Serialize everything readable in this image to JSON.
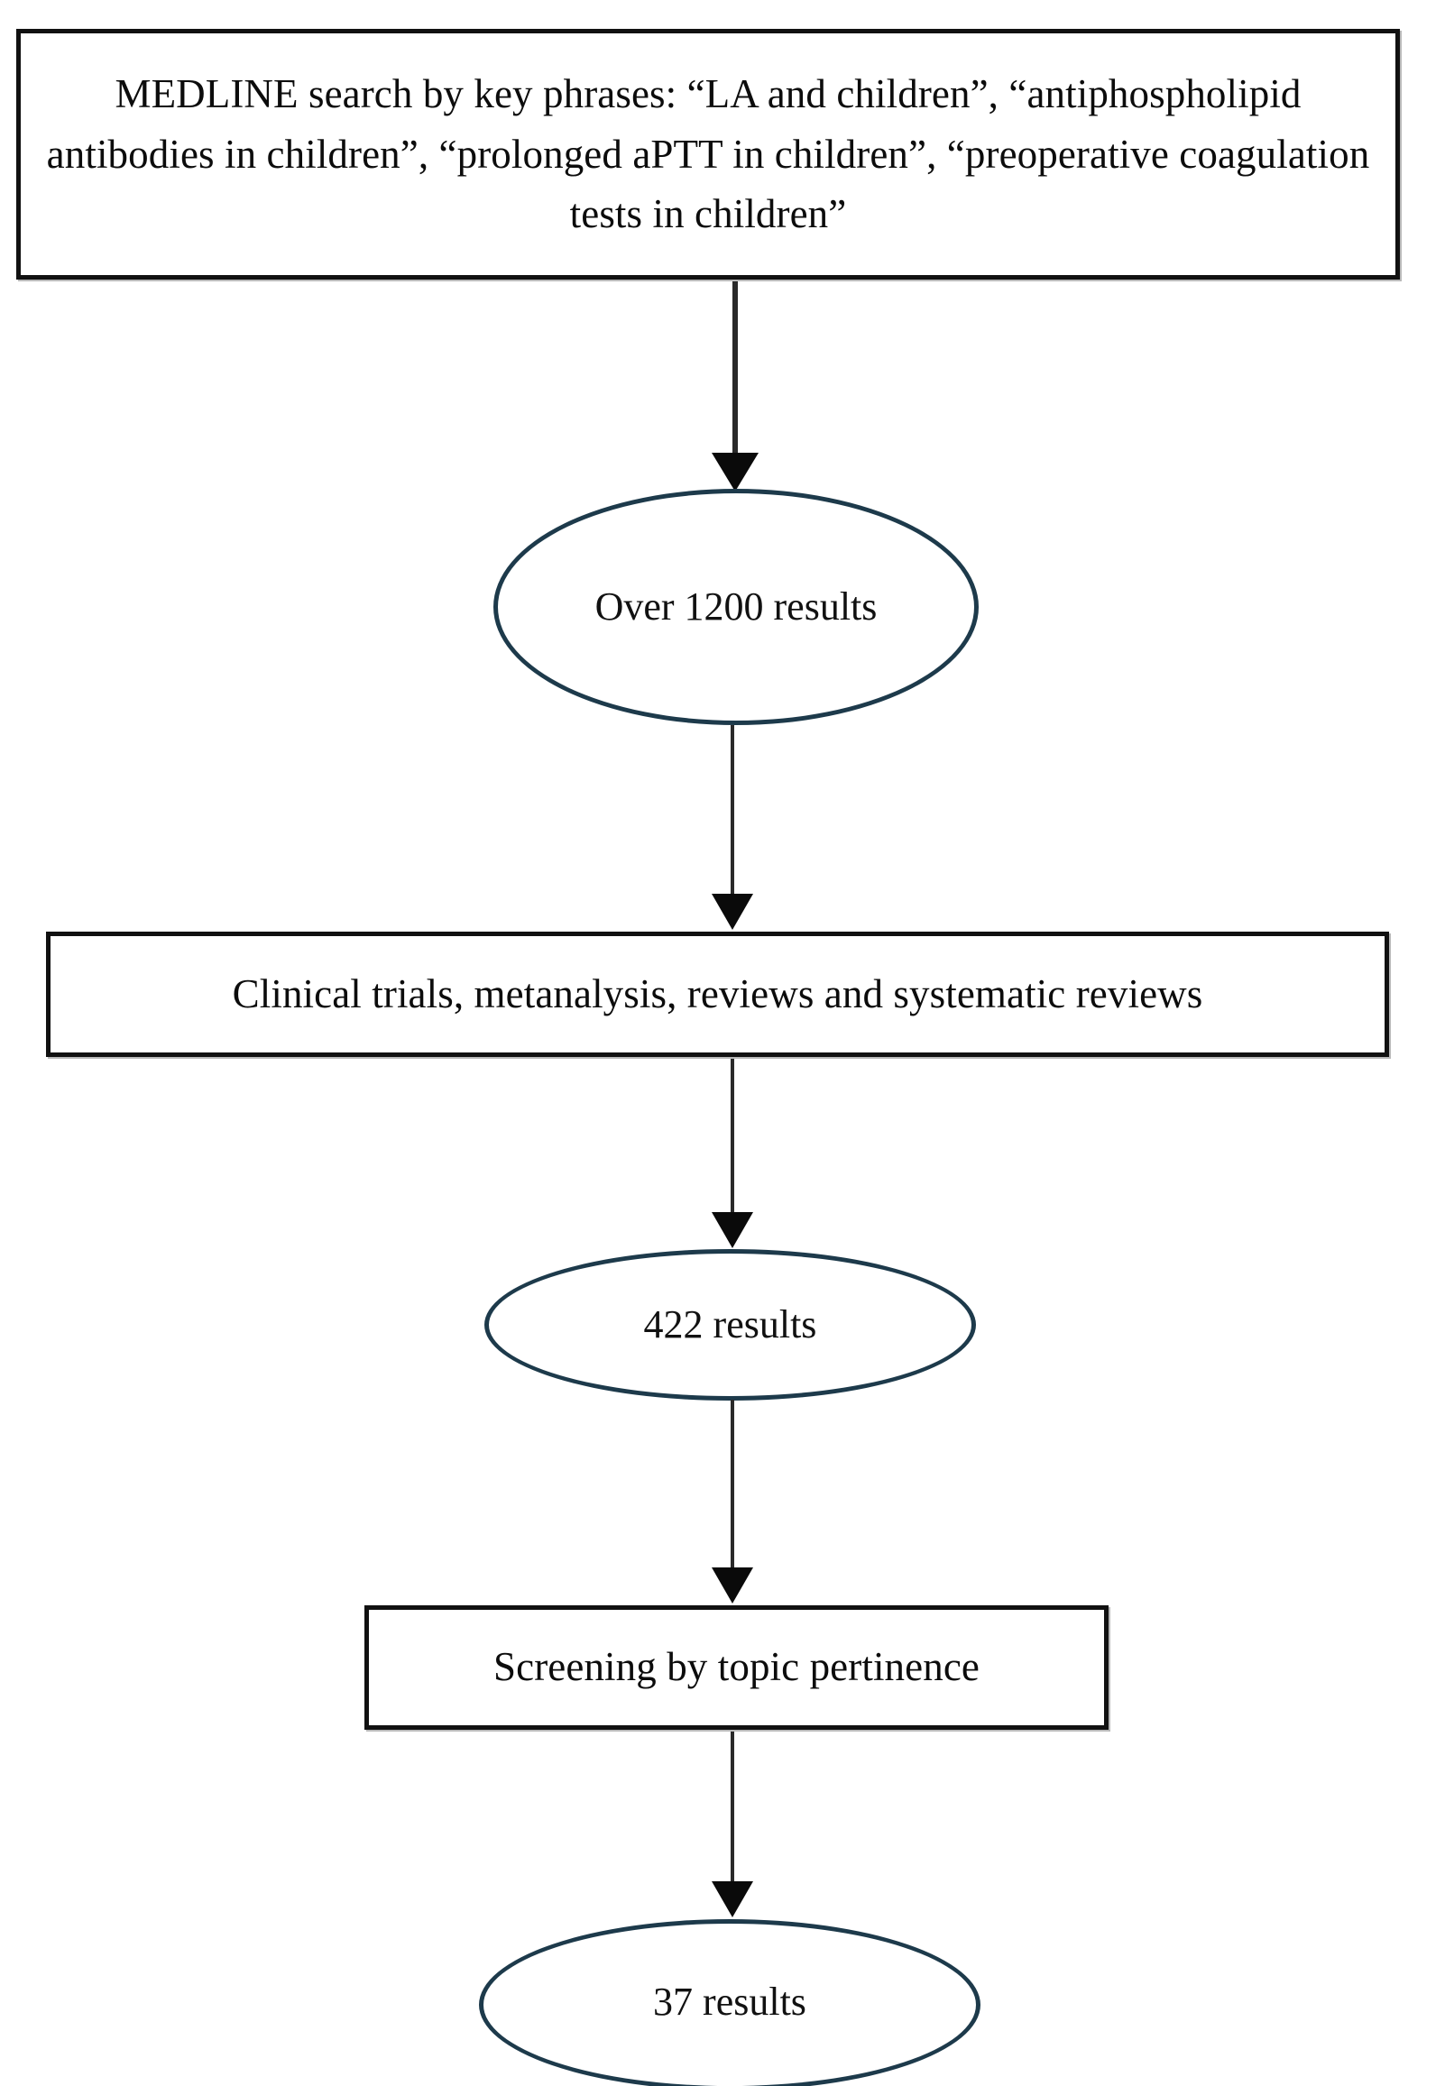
{
  "figure": {
    "type": "flowchart",
    "orientation": "top-to-bottom",
    "background_color": "#ffffff",
    "box_border_color": "#111111",
    "ellipse_border_color": "#1d3a4b",
    "connector_color": "#2a2a2a"
  },
  "nodes": {
    "search_box": {
      "shape": "rectangle",
      "text": "MEDLINE search by key phrases: “LA and children”, “antiphospholipid antibodies in children”, “prolonged aPTT in children”, “preoperative coagulation tests in children”"
    },
    "results_over_1200": {
      "shape": "ellipse",
      "text": "Over 1200 results",
      "count": 1200,
      "count_qualifier": "Over"
    },
    "filters_box": {
      "shape": "rectangle",
      "text": "Clinical trials, metanalysis, reviews and systematic reviews"
    },
    "results_422": {
      "shape": "ellipse",
      "text": "422 results",
      "count": 422
    },
    "screening_box": {
      "shape": "rectangle",
      "text": "Screening by topic pertinence"
    },
    "results_37": {
      "shape": "ellipse",
      "text": "37 results",
      "count": 37
    }
  },
  "connectors": [
    {
      "name": "search-to-over1200",
      "from": "search_box",
      "to": "results_over_1200",
      "style": "solid-arrow-down"
    },
    {
      "name": "over1200-to-filters",
      "from": "results_over_1200",
      "to": "filters_box",
      "style": "solid-arrow-down"
    },
    {
      "name": "filters-to-422",
      "from": "filters_box",
      "to": "results_422",
      "style": "solid-arrow-down"
    },
    {
      "name": "422-to-screening",
      "from": "results_422",
      "to": "screening_box",
      "style": "solid-arrow-down"
    },
    {
      "name": "screening-to-37",
      "from": "screening_box",
      "to": "results_37",
      "style": "solid-arrow-down"
    }
  ]
}
